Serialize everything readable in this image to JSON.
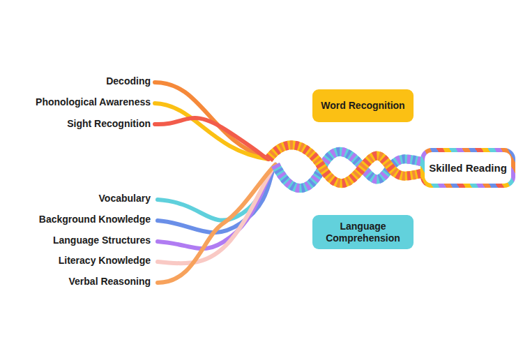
{
  "diagram": {
    "nodes": [
      {
        "text": [
          "Word Recognition"
        ]
      },
      {
        "text": [
          "Skilled Reading"
        ]
      },
      {
        "text": [
          "Language Comprehension"
        ]
      }
    ],
    "labels": [
      "Decoding",
      "Phonological Awareness",
      "Sight Recognition",
      "Vocabulary",
      "Background Knowledge",
      "Language Structures",
      "Literacy Knowledge",
      "Verbal Reasoning"
    ]
  }
}
